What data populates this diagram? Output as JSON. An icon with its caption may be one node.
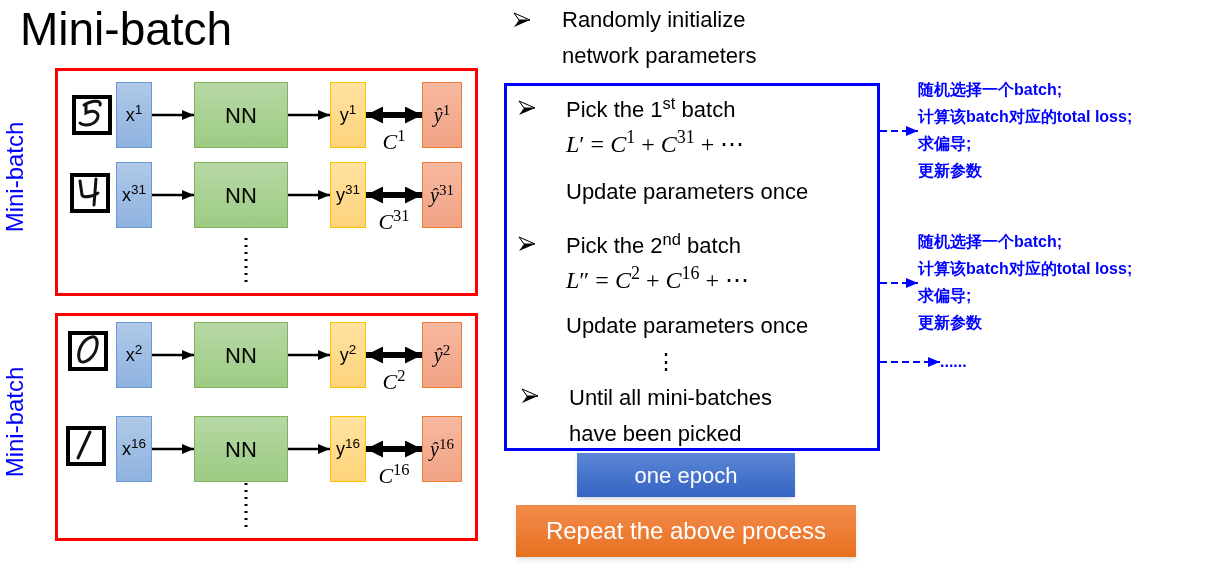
{
  "diagram": {
    "title": "Mini-batch",
    "nodes": [
      {
        "text": [
          "Mini-batch"
        ]
      },
      {
        "text": [
          "x$^{1}$"
        ],
        "in": 0
      },
      {
        "text": [
          "NN"
        ],
        "in": 0
      },
      {
        "text": [
          "y$^{1}$"
        ],
        "in": 0
      },
      {
        "text": [
          "*ŷ*$^{1}$"
        ],
        "in": 0
      },
      {
        "text": [
          "x$^{31}$"
        ],
        "in": 0
      },
      {
        "text": [
          "NN"
        ],
        "in": 0
      },
      {
        "text": [
          "y$^{31}$"
        ],
        "in": 0
      },
      {
        "text": [
          "*ŷ*$^{31}$"
        ],
        "in": 0
      },
      {
        "text": [
          "Mini-batch"
        ]
      },
      {
        "text": [
          "x$^{2}$"
        ],
        "in": 9
      },
      {
        "text": [
          "NN"
        ],
        "in": 9
      },
      {
        "text": [
          "y$^{2}$"
        ],
        "in": 9
      },
      {
        "text": [
          "*ŷ*$^{2}$"
        ],
        "in": 9
      },
      {
        "text": [
          "x$^{16}$"
        ],
        "in": 9
      },
      {
        "text": [
          "NN"
        ],
        "in": 9
      },
      {
        "text": [
          "y$^{16}$"
        ],
        "in": 9
      },
      {
        "text": [
          "*ŷ*$^{16}$"
        ],
        "in": 9
      },
      {
        "text": [
          "Pick the 1$^{st}$ batch",
          "*L*′ = *C*$^{1}$ + *C*$^{31}$ + ⋯",
          "Update parameters once",
          "Pick the 2$^{nd}$ batch",
          "*L*″ = *C*$^{2}$ + *C*$^{16}$ + ⋯",
          "Update parameters once",
          "⋮",
          "Until all mini-batches have been picked"
        ]
      },
      {
        "text": [
          "随机选择一个batch;",
          "计算该batch对应的total loss;",
          "求偏导;",
          "更新参数"
        ]
      },
      {
        "text": [
          "随机选择一个batch;",
          "计算该batch对应的total loss;",
          "求偏导;",
          "更新参数"
        ]
      },
      {
        "text": [
          "......"
        ]
      },
      {
        "text": [
          "one epoch"
        ]
      },
      {
        "text": [
          "Repeat the above process"
        ]
      }
    ],
    "edges": [
      {
        "from": 1,
        "to": 2,
        "arrow": "to"
      },
      {
        "from": 2,
        "to": 3,
        "arrow": "to"
      },
      {
        "from": 3,
        "to": 4,
        "arrow": "both",
        "style": "thick",
        "label": "*C*$^{1}$"
      },
      {
        "from": 5,
        "to": 6,
        "arrow": "to"
      },
      {
        "from": 6,
        "to": 7,
        "arrow": "to"
      },
      {
        "from": 7,
        "to": 8,
        "arrow": "both",
        "style": "thick",
        "label": "*C*$^{31}$"
      },
      {
        "from": 10,
        "to": 11,
        "arrow": "to"
      },
      {
        "from": 11,
        "to": 12,
        "arrow": "to"
      },
      {
        "from": 12,
        "to": 13,
        "arrow": "both",
        "style": "thick",
        "label": "*C*$^{2}$"
      },
      {
        "from": 14,
        "to": 15,
        "arrow": "to"
      },
      {
        "from": 15,
        "to": 16,
        "arrow": "to"
      },
      {
        "from": 16,
        "to": 17,
        "arrow": "both",
        "style": "thick",
        "label": "*C*$^{16}$"
      },
      {
        "from": 18,
        "to": 19,
        "arrow": "to",
        "style": "dashed",
        "color": "#0000ff"
      },
      {
        "from": 18,
        "to": 20,
        "arrow": "to",
        "style": "dashed",
        "color": "#0000ff"
      },
      {
        "from": 18,
        "to": 21,
        "arrow": "to",
        "style": "dashed",
        "color": "#0000ff"
      }
    ],
    "labels": [
      "Randomly initialize network parameters"
    ]
  }
}
